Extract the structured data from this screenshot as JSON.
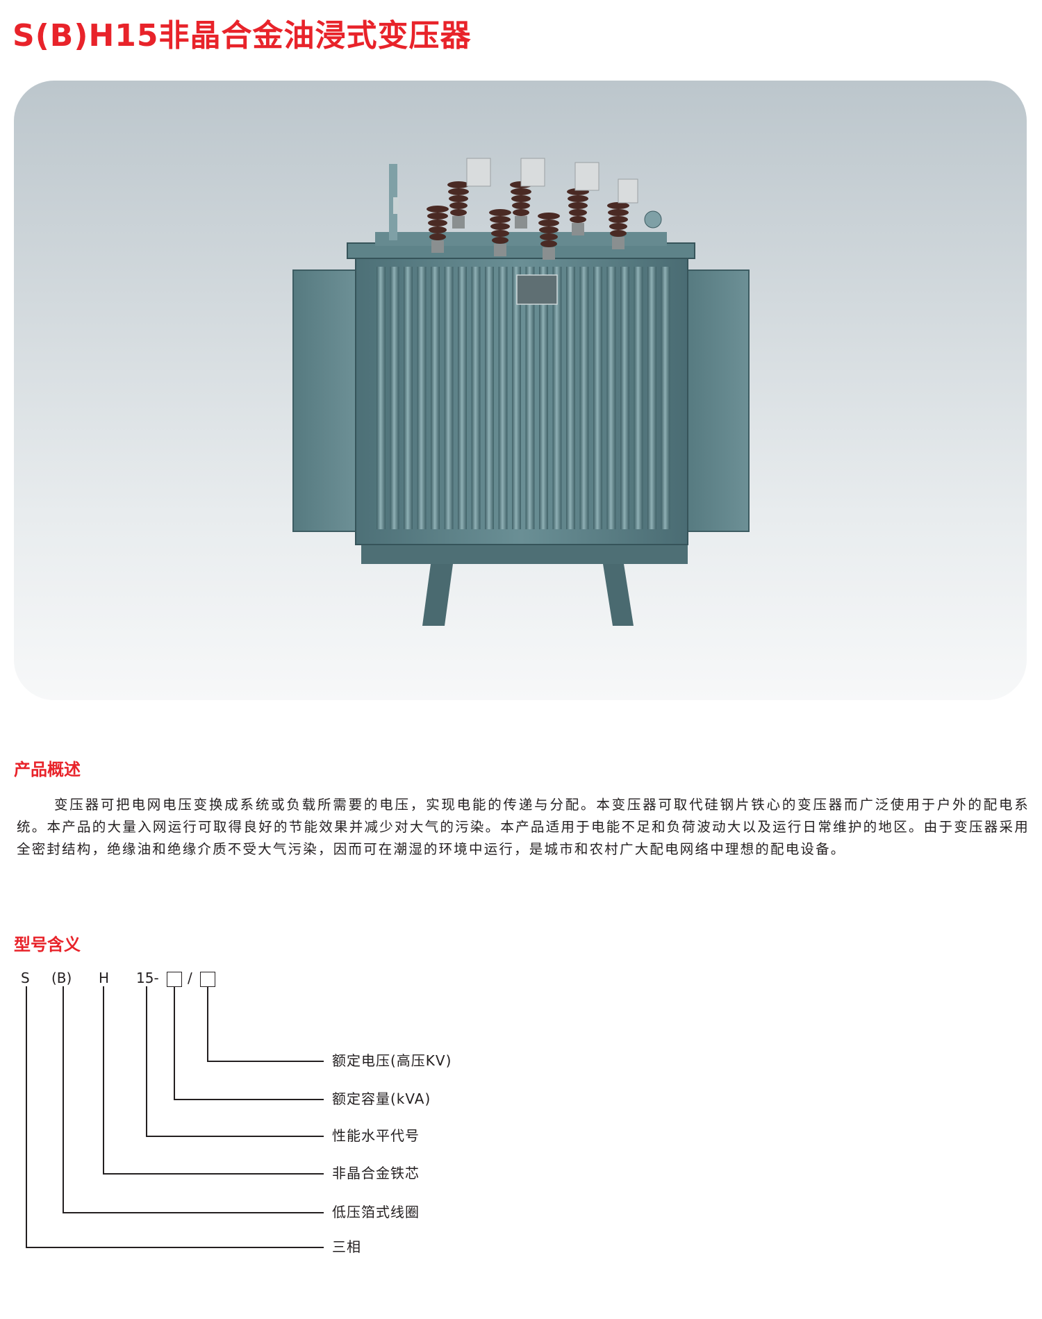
{
  "title": "S(B)H15非晶合金油浸式变压器",
  "product_image": {
    "subject": "transformer-photo"
  },
  "overview": {
    "heading": "产品概述",
    "text": "变压器可把电网电压变换成系统或负载所需要的电压，实现电能的传递与分配。本变压器可取代硅钢片铁心的变压器而广泛使用于户外的配电系统。本产品的大量入网运行可取得良好的节能效果并减少对大气的污染。本产品适用于电能不足和负荷波动大以及运行日常维护的地区。由于变压器采用全密封结构，绝缘油和绝缘介质不受大气污染，因而可在潮湿的环境中运行，是城市和农村广大配电网络中理想的配电设备。"
  },
  "model": {
    "heading": "型号含义",
    "code": {
      "s": "S",
      "b": "(B)",
      "h": "H",
      "level": "15-",
      "slash": "/"
    },
    "meanings": [
      "额定电压(高压KV)",
      "额定容量(kVA)",
      "性能水平代号",
      "非晶合金铁芯",
      "低压箔式线圈",
      "三相"
    ]
  },
  "colors": {
    "accent": "#e8232a",
    "text": "#231f20",
    "transformer": "#5a7e84"
  }
}
